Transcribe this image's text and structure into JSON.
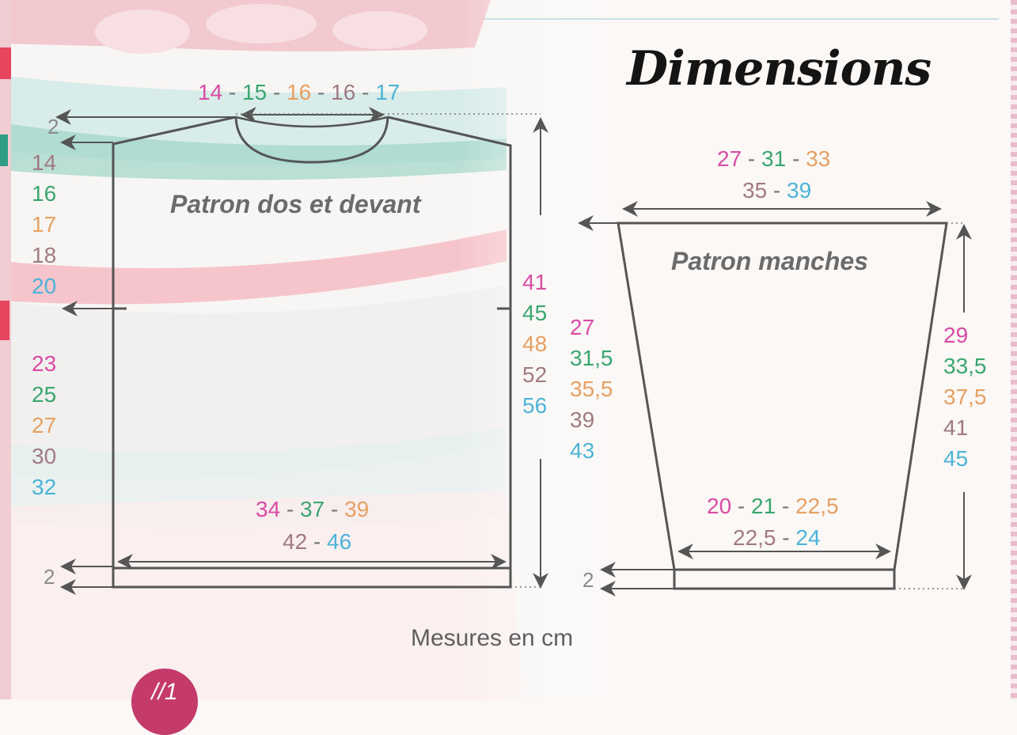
{
  "title": "Dimensions",
  "front": {
    "label": "Patron dos et devant",
    "top_width": [
      "14",
      "15",
      "16",
      "16",
      "17"
    ],
    "neck_depth": "2",
    "armhole": [
      "14",
      "16",
      "17",
      "18",
      "20"
    ],
    "side": [
      "23",
      "25",
      "27",
      "30",
      "32"
    ],
    "length": [
      "41",
      "45",
      "48",
      "52",
      "56"
    ],
    "width_row1": [
      "34",
      "37",
      "39"
    ],
    "width_row2": [
      "42",
      "46"
    ],
    "rib": "2"
  },
  "sleeve": {
    "label": "Patron manches",
    "top_row1": [
      "27",
      "31",
      "33"
    ],
    "top_row2": [
      "35",
      "39"
    ],
    "left_height": [
      "27",
      "31,5",
      "35,5",
      "39",
      "43"
    ],
    "right_height": [
      "29",
      "33,5",
      "37,5",
      "41",
      "45"
    ],
    "bottom_row1": [
      "20",
      "21",
      "22,5"
    ],
    "bottom_row2": [
      "22,5",
      "24"
    ],
    "rib": "2"
  },
  "footer": "Mesures en cm",
  "badge": "//1",
  "colors": {
    "size1": "#d94ba3",
    "size2": "#3aa66f",
    "size3": "#e6a063",
    "size4": "#a07a82",
    "size5": "#4cb3d8",
    "outline": "#555555"
  }
}
